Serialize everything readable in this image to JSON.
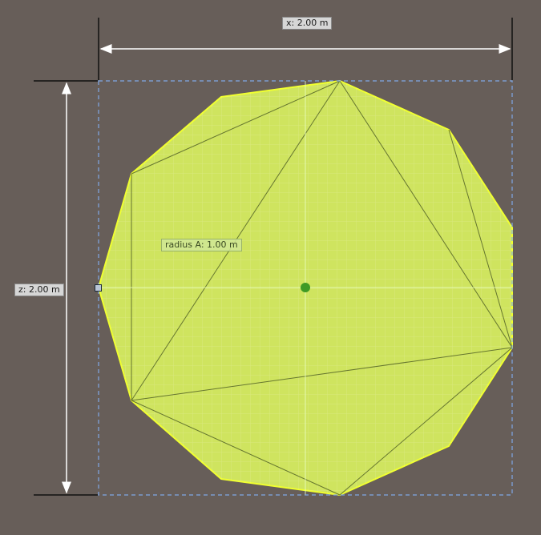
{
  "scene": {
    "background_color": "#675e59",
    "fill_color": "#d8f060",
    "edge_color": "#f0ff30",
    "bounds_color": "#7fa8e6"
  },
  "dimensions": {
    "x_label": "x: 2.00 m",
    "z_label": "z: 2.00 m",
    "radius_label": "radius A: 1.00 m"
  },
  "icons": {
    "corner_handle": "square-handle-icon",
    "pivot": "pivot-dot-icon"
  }
}
